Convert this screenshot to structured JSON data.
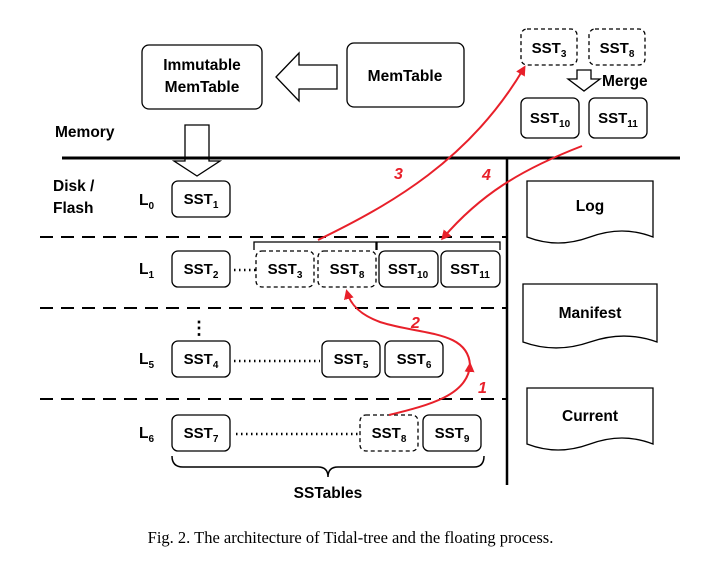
{
  "memory": {
    "immutable_line1": "Immutable",
    "immutable_line2": "MemTable",
    "memtable": "MemTable",
    "label": "Memory"
  },
  "disk": {
    "label_line1": "Disk /",
    "label_line2": "Flash"
  },
  "compaction": {
    "input_a": {
      "base": "SST",
      "sub": "3"
    },
    "input_b": {
      "base": "SST",
      "sub": "8"
    },
    "merge_label": "Merge",
    "output_a": {
      "base": "SST",
      "sub": "10"
    },
    "output_b": {
      "base": "SST",
      "sub": "11"
    }
  },
  "levels": [
    {
      "label": {
        "base": "L",
        "sub": "0"
      },
      "tables": [
        {
          "base": "SST",
          "sub": "1"
        }
      ]
    },
    {
      "label": {
        "base": "L",
        "sub": "1"
      },
      "tables": [
        {
          "base": "SST",
          "sub": "2"
        },
        {
          "base": "SST",
          "sub": "3"
        },
        {
          "base": "SST",
          "sub": "8"
        },
        {
          "base": "SST",
          "sub": "10"
        },
        {
          "base": "SST",
          "sub": "11"
        }
      ]
    },
    {
      "label": {
        "base": "L",
        "sub": "5"
      },
      "tables": [
        {
          "base": "SST",
          "sub": "4"
        },
        {
          "base": "SST",
          "sub": "5"
        },
        {
          "base": "SST",
          "sub": "6"
        }
      ]
    },
    {
      "label": {
        "base": "L",
        "sub": "6"
      },
      "tables": [
        {
          "base": "SST",
          "sub": "7"
        },
        {
          "base": "SST",
          "sub": "8"
        },
        {
          "base": "SST",
          "sub": "9"
        }
      ]
    }
  ],
  "vertical_ellipsis": "⋮",
  "sstables_label": "SSTables",
  "steps": [
    "1",
    "2",
    "3",
    "4"
  ],
  "files": [
    "Log",
    "Manifest",
    "Current"
  ],
  "caption": "Fig. 2.  The architecture of Tidal-tree and the floating process.",
  "colors": {
    "flow_arrow": "#e8202a",
    "line": "#000000"
  }
}
